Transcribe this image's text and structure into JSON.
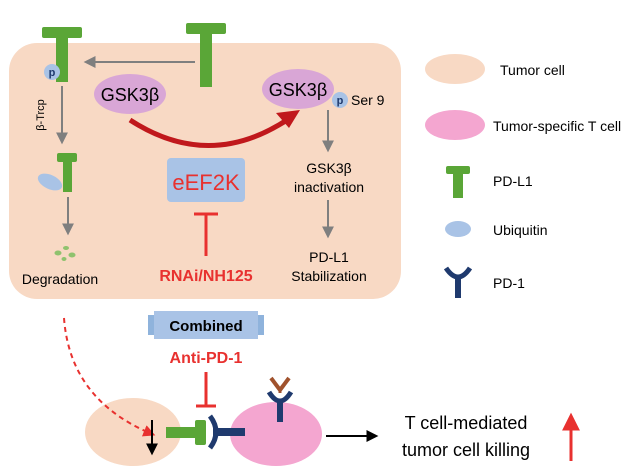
{
  "main": {
    "gsk3b_active": "GSK3β",
    "gsk3b_phospho": "GSK3β",
    "p_label": "p",
    "ser9": "Ser 9",
    "beta_trcp": "β-Trcp",
    "degradation": "Degradation",
    "eef2k": "eEF2K",
    "inactivation_line1": "GSK3β",
    "inactivation_line2": "inactivation",
    "stabilization_line1": "PD-L1",
    "stabilization_line2": "Stabilization",
    "inhibitor": "RNAi/NH125",
    "combined": "Combined",
    "anti_pd1": "Anti-PD-1",
    "outcome_line1": "T cell-mediated",
    "outcome_line2": "tumor cell killing"
  },
  "legend": {
    "tumor_cell": "Tumor cell",
    "t_cell": "Tumor-specific  T cell",
    "pdl1": "PD-L1",
    "ubiquitin": "Ubiquitin",
    "pd1": "PD-1"
  },
  "colors": {
    "tumor_fill": "#f8d9c4",
    "t_cell_fill": "#f4a6d0",
    "pdl1_green": "#5aa637",
    "ubiquitin_blue": "#a9c3e6",
    "gsk_purple": "#d9a6d6",
    "eef2k_red": "#e8312f",
    "pd1_navy": "#1f3a6e",
    "combined_box": "#8fb3dc",
    "arrow_gray": "#7f7f7f"
  }
}
